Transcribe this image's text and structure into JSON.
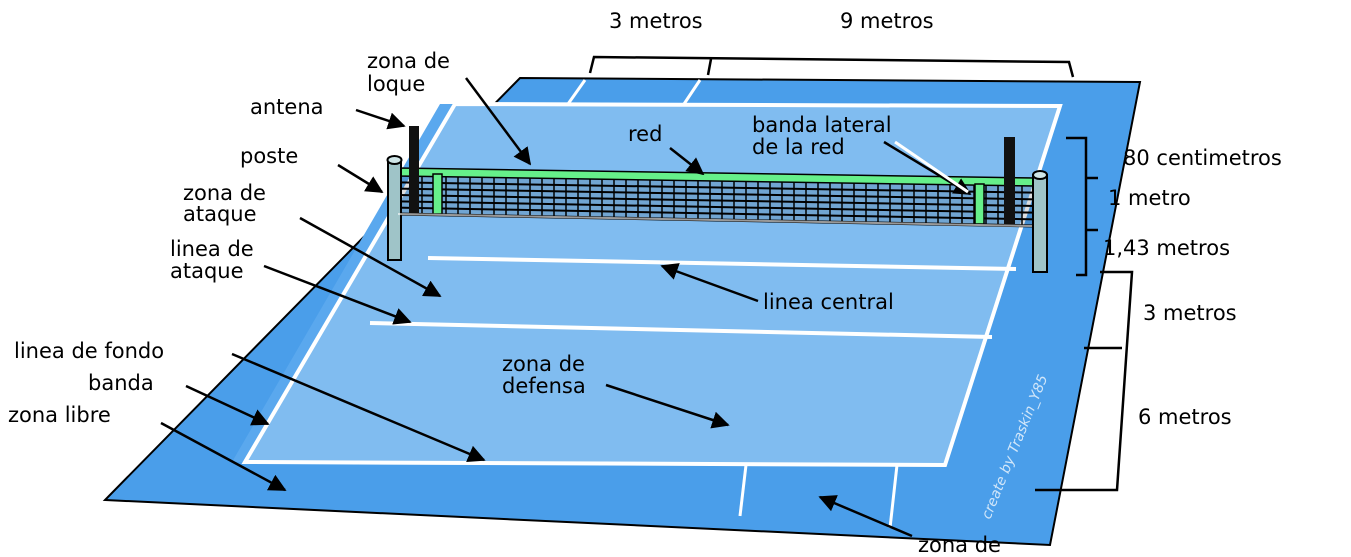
{
  "labels": {
    "zona_bloqueo_l1": "zona de",
    "zona_bloqueo_l2": "loque",
    "antena": "antena",
    "poste": "poste",
    "zona_ataque_l1": "zona de",
    "zona_ataque_l2": "ataque",
    "linea_ataque_l1": "linea de",
    "linea_ataque_l2": "ataque",
    "linea_fondo": "linea de fondo",
    "banda": "banda",
    "zona_libre": "zona libre",
    "red": "red",
    "banda_lateral_l1": "banda lateral",
    "banda_lateral_l2": "de la red",
    "linea_central": "linea central",
    "zona_defensa_l1": "zona de",
    "zona_defensa_l2": "defensa",
    "zona_saque": "zona de"
  },
  "dimensions": {
    "top_3": "3 metros",
    "top_9": "9 metros",
    "antena_height": "80 centimetros",
    "net_height": "1 metro",
    "post_height": "1,43 metros",
    "side_3": "3 metros",
    "side_6": "6 metros"
  },
  "watermark": "create by Traskin_Y85",
  "colors": {
    "outer": "#4a9eea",
    "court": "#80bcf0",
    "lines": "#ffffff",
    "net_band": "#66f08a",
    "antenna": "#111111",
    "post": "#9fc4c8"
  }
}
